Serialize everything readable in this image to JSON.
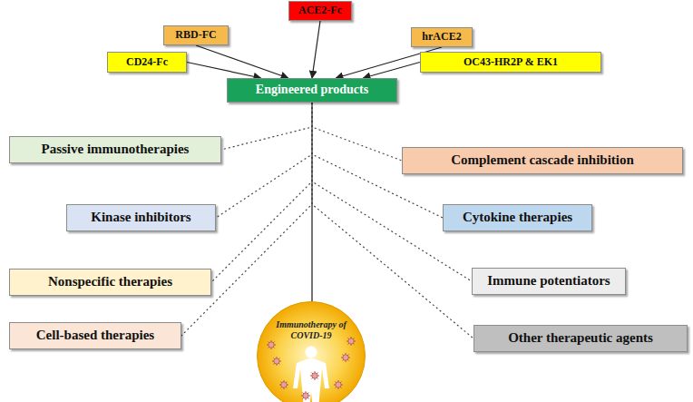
{
  "diagram": {
    "nodes": [
      {
        "text": [
          "ACE2-Fc"
        ]
      },
      {
        "text": [
          "RBD-FC"
        ]
      },
      {
        "text": [
          "hrACE2"
        ]
      },
      {
        "text": [
          "CD24-Fc"
        ]
      },
      {
        "text": [
          "OC43-HR2P & EK1"
        ]
      },
      {
        "text": [
          "Engineered products"
        ]
      },
      {
        "text": [
          "Passive immunotherapies"
        ]
      },
      {
        "text": [
          "Complement cascade inhibition"
        ]
      },
      {
        "text": [
          "Kinase inhibitors"
        ]
      },
      {
        "text": [
          "Cytokine therapies"
        ]
      },
      {
        "text": [
          "Nonspecific therapies"
        ]
      },
      {
        "text": [
          "Immune potentiators"
        ]
      },
      {
        "text": [
          "Cell-based therapies"
        ]
      },
      {
        "text": [
          "Other therapeutic agents"
        ]
      },
      {
        "text": [
          "Immunotherapy of COVID-19"
        ]
      }
    ],
    "edges": [
      {
        "from": 0,
        "to": 5,
        "arrow": "to"
      },
      {
        "from": 1,
        "to": 5,
        "arrow": "to"
      },
      {
        "from": 2,
        "to": 5,
        "arrow": "to"
      },
      {
        "from": 3,
        "to": 5,
        "arrow": "to"
      },
      {
        "from": 4,
        "to": 5,
        "arrow": "to"
      },
      {
        "from": 5,
        "to": 6,
        "arrow": "none"
      },
      {
        "from": 5,
        "to": 7,
        "arrow": "none"
      },
      {
        "from": 5,
        "to": 8,
        "arrow": "none"
      },
      {
        "from": 5,
        "to": 9,
        "arrow": "none"
      },
      {
        "from": 5,
        "to": 10,
        "arrow": "none"
      },
      {
        "from": 5,
        "to": 11,
        "arrow": "none"
      },
      {
        "from": 5,
        "to": 12,
        "arrow": "none"
      },
      {
        "from": 5,
        "to": 13,
        "arrow": "none"
      },
      {
        "from": 5,
        "to": 14,
        "arrow": "none"
      }
    ]
  }
}
